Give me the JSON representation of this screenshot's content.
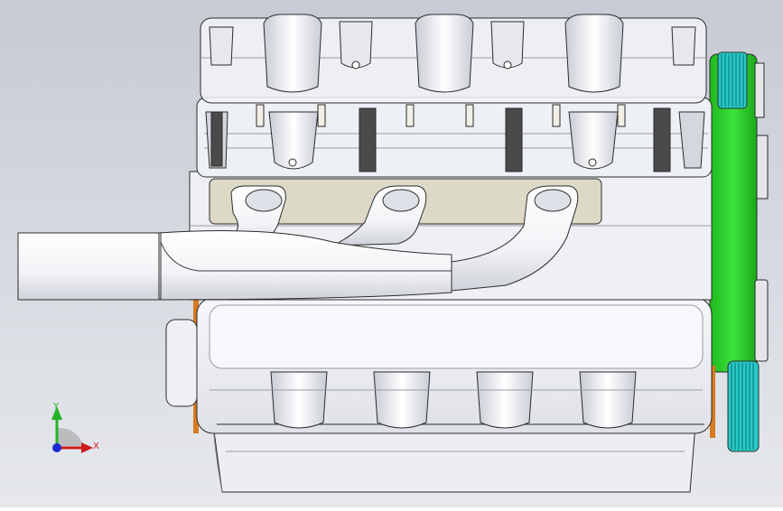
{
  "viewport": {
    "background_top": "#c6cbd4",
    "background_bottom": "#e6e8ec"
  },
  "colors": {
    "body_fill": "#f1f2f6",
    "body_shade": "#d9dbe3",
    "edge": "#2b2b2b",
    "gasket_fill": "#dcdac7",
    "pulley_green": "#2fd12f",
    "pulley_teeth": "#27c9c9",
    "orange_edge": "#d87a1e",
    "axis_x": "#cc1b1b",
    "axis_y": "#26b226",
    "axis_origin": "#1a2bd6"
  },
  "model": {
    "name": "engine-assembly-top-view"
  },
  "triad": {
    "x_label": "X",
    "y_label": "Y"
  }
}
